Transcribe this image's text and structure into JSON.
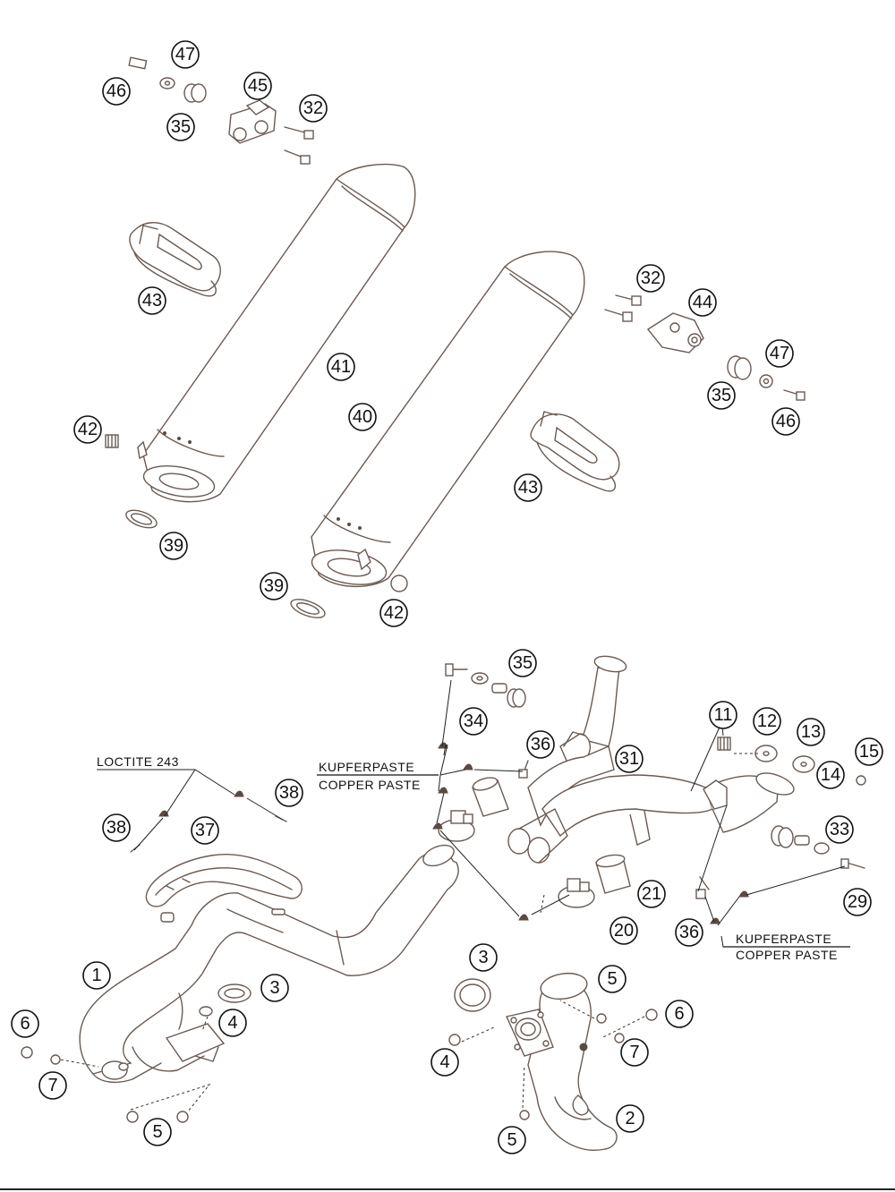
{
  "notes": {
    "loctite": "LOCTITE 243",
    "kupfer_1": "KUPFERPASTE",
    "copper_1": "COPPER PASTE",
    "kupfer_2": "KUPFERPASTE",
    "copper_2": "COPPER PASTE"
  },
  "callouts": {
    "c47a": "47",
    "c46a": "46",
    "c35a": "35",
    "c45": "45",
    "c32a": "32",
    "c43a": "43",
    "c41": "41",
    "c40": "40",
    "c42a": "42",
    "c39a": "39",
    "c39b": "39",
    "c42b": "42",
    "c32b": "32",
    "c44": "44",
    "c47b": "47",
    "c35b": "35",
    "c46b": "46",
    "c43b": "43",
    "c35c": "35",
    "c34": "34",
    "c36a": "36",
    "c31": "31",
    "c11": "11",
    "c12": "12",
    "c13": "13",
    "c15": "15",
    "c14": "14",
    "c38a": "38",
    "c38b": "38",
    "c37": "37",
    "c33": "33",
    "c29": "29",
    "c21": "21",
    "c20": "20",
    "c36b": "36",
    "c1": "1",
    "c3a": "3",
    "c4a": "4",
    "c6a": "6",
    "c7a": "7",
    "c5a": "5",
    "c3b": "3",
    "c5b": "5",
    "c6b": "6",
    "c7b": "7",
    "c4b": "4",
    "c5c": "5",
    "c2": "2"
  }
}
